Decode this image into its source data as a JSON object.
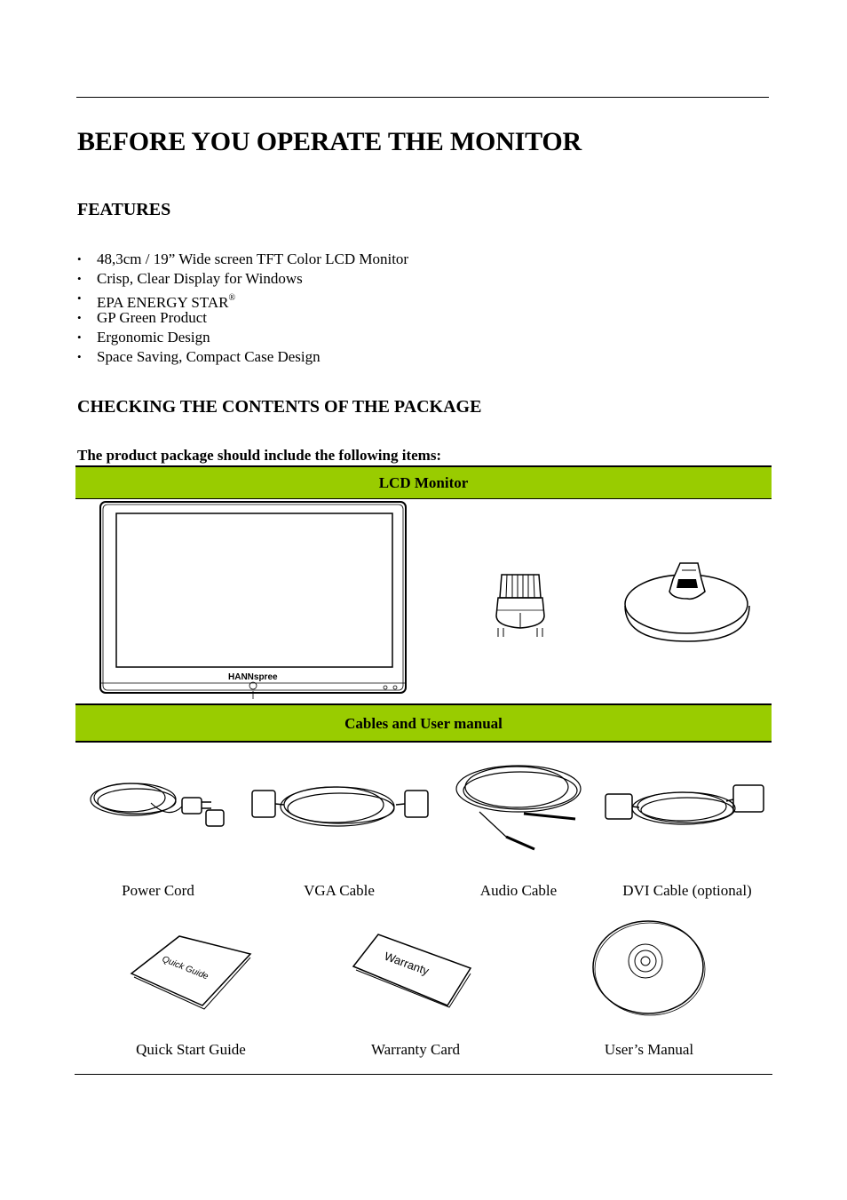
{
  "page": {
    "title": "BEFORE YOU OPERATE THE MONITOR",
    "features": {
      "heading": "FEATURES",
      "items": [
        "48,3cm / 19” Wide screen TFT Color LCD Monitor",
        "Crisp, Clear Display for Windows",
        "EPA ENERGY STAR",
        "GP Green Product",
        "Ergonomic Design",
        "Space Saving, Compact Case Design"
      ],
      "registered_mark": "®",
      "bullet": "•"
    },
    "package": {
      "heading": "CHECKING THE CONTENTS OF THE PACKAGE",
      "intro": "The product package should include the following items:",
      "monitor_band": "LCD Monitor",
      "cables_band": "Cables and User manual",
      "monitor_brand_logo": "HANNspree",
      "cables": [
        "Power Cord",
        "VGA Cable",
        "Audio Cable",
        "DVI Cable (optional)"
      ],
      "documents": [
        "Quick Start Guide",
        "Warranty Card",
        "User’s Manual"
      ],
      "quick_guide_cover_text": "Quick Guide",
      "warranty_cover_text": "Warranty"
    },
    "colors": {
      "band_green": "#99cc00"
    }
  }
}
